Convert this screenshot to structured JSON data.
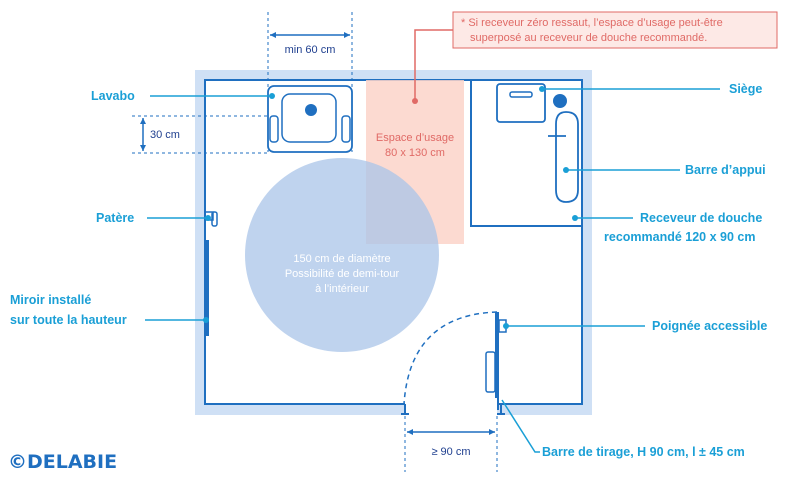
{
  "note": {
    "line1": "* Si receveur zéro ressaut, l’espace d’usage peut-être",
    "line2": "superposé au receveur de douche recommandé."
  },
  "dimensions": {
    "min_width": "min 60 cm",
    "height_30": "30 cm",
    "door_width": "≥ 90 cm"
  },
  "zones": {
    "usage_line1": "Espace d’usage",
    "usage_line2": "80 x 130 cm",
    "circle_line1": "150 cm de diamètre",
    "circle_line2": "Possibilité de demi-tour",
    "circle_line3": "à l’intérieur"
  },
  "labels": {
    "lavabo": "Lavabo",
    "patere": "Patère",
    "miroir_line1": "Miroir installé",
    "miroir_line2": "sur toute la hauteur",
    "siege": "Siège",
    "barre_appui": "Barre d’appui",
    "receveur_line1": "Receveur de douche",
    "receveur_line2": "recommandé 120 x 90 cm",
    "poignee": "Poignée accessible",
    "barre_tirage": "Barre de tirage, H 90 cm, l ± 45 cm"
  },
  "brand": "©DELABIE",
  "colors": {
    "wall": "#cfe0f5",
    "line": "#1f6fc0",
    "accent": "#1a9fd6",
    "usage_zone": "#fbd3c9",
    "circle": "#a9c4e8",
    "note": "#e06a66"
  }
}
